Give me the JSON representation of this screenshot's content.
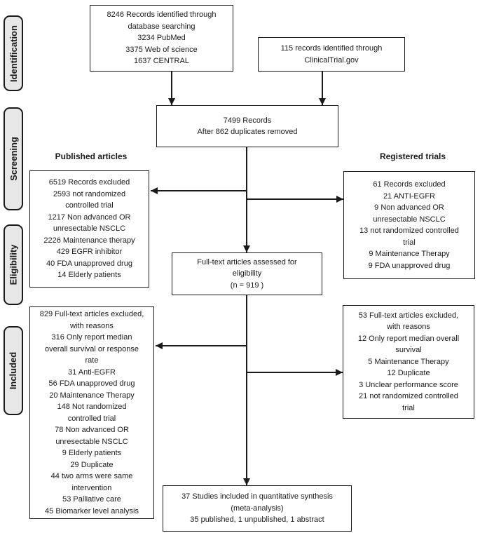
{
  "colors": {
    "background": "#ffffff",
    "box_border": "#1a1a1a",
    "stage_tab_fill": "#e7e7e7",
    "text": "#1a1a1a"
  },
  "stages": [
    {
      "label": "Identification"
    },
    {
      "label": "Screening"
    },
    {
      "label": "Eligibility"
    },
    {
      "label": "Included"
    }
  ],
  "column_headers": {
    "left": "Published articles",
    "right": "Registered trials"
  },
  "boxes": {
    "database_search": "8246 Records identified through\ndatabase searching\n3234 PubMed\n3375 Web of science\n1637 CENTRAL",
    "clinicaltrial": "115 records identified through\nClinicalTrial.gov",
    "after_duplicates": "7499 Records\nAfter 862 duplicates removed",
    "records_excluded_published": "6519 Records excluded\n2593 not randomized\ncontrolled trial\n1217 Non advanced OR\nunresectable NSCLC\n2226 Maintenance therapy\n429 EGFR inhibitor\n40 FDA unapproved drug\n14 Elderly patients",
    "records_excluded_registered": "61 Records excluded\n21 ANTI-EGFR\n9 Non advanced OR\nunresectable NSCLC\n13 not randomized controlled\ntrial\n9 Maintenance Therapy\n9 FDA unapproved drug",
    "fulltext_assessed": "Full-text articles assessed for\neligibility\n(n = 919 )",
    "fulltext_excluded_published": "829 Full-text articles excluded,\nwith reasons\n316 Only report median\noverall survival or response\nrate\n31 Anti-EGFR\n56 FDA unapproved drug\n20 Maintenance Therapy\n148 Not randomized\ncontrolled trial\n78 Non advanced OR\nunresectable NSCLC\n9 Elderly patients\n29 Duplicate\n44 two arms were same\nintervention\n53 Palliative care\n45 Biomarker level analysis",
    "fulltext_excluded_registered": "53 Full-text articles excluded,\nwith reasons\n12 Only report median overall\nsurvival\n5 Maintenance Therapy\n12 Duplicate\n3 Unclear performance score\n21 not randomized controlled\ntrial",
    "included_synthesis": "37 Studies included in quantitative synthesis\n(meta-analysis)\n35 published, 1 unpublished, 1 abstract"
  }
}
